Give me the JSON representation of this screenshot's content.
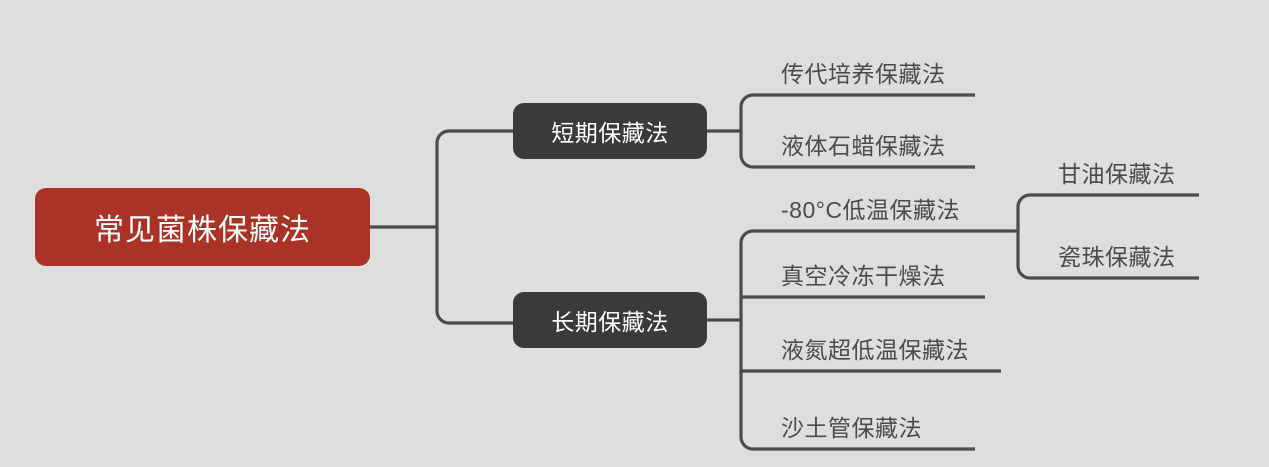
{
  "diagram": {
    "type": "mindmap",
    "title": "常见菌株保藏法",
    "background_color": "#dedede",
    "root_color": "#ab3226",
    "branch_color": "#3a3a38",
    "leaf_text_color": "#4b4b4b",
    "connector_color": "#4b4b4b",
    "root": {
      "label": "常见菌株保藏法"
    },
    "branches": [
      {
        "label": "短期保藏法",
        "children": [
          {
            "label": "传代培养保藏法",
            "children": []
          },
          {
            "label": "液体石蜡保藏法",
            "children": []
          }
        ]
      },
      {
        "label": "长期保藏法",
        "children": [
          {
            "label": "-80°C低温保藏法",
            "children": [
              {
                "label": "甘油保藏法"
              },
              {
                "label": "瓷珠保藏法"
              }
            ]
          },
          {
            "label": "真空冷冻干燥法",
            "children": []
          },
          {
            "label": "液氮超低温保藏法",
            "children": []
          },
          {
            "label": "沙土管保藏法",
            "children": []
          }
        ]
      }
    ]
  }
}
